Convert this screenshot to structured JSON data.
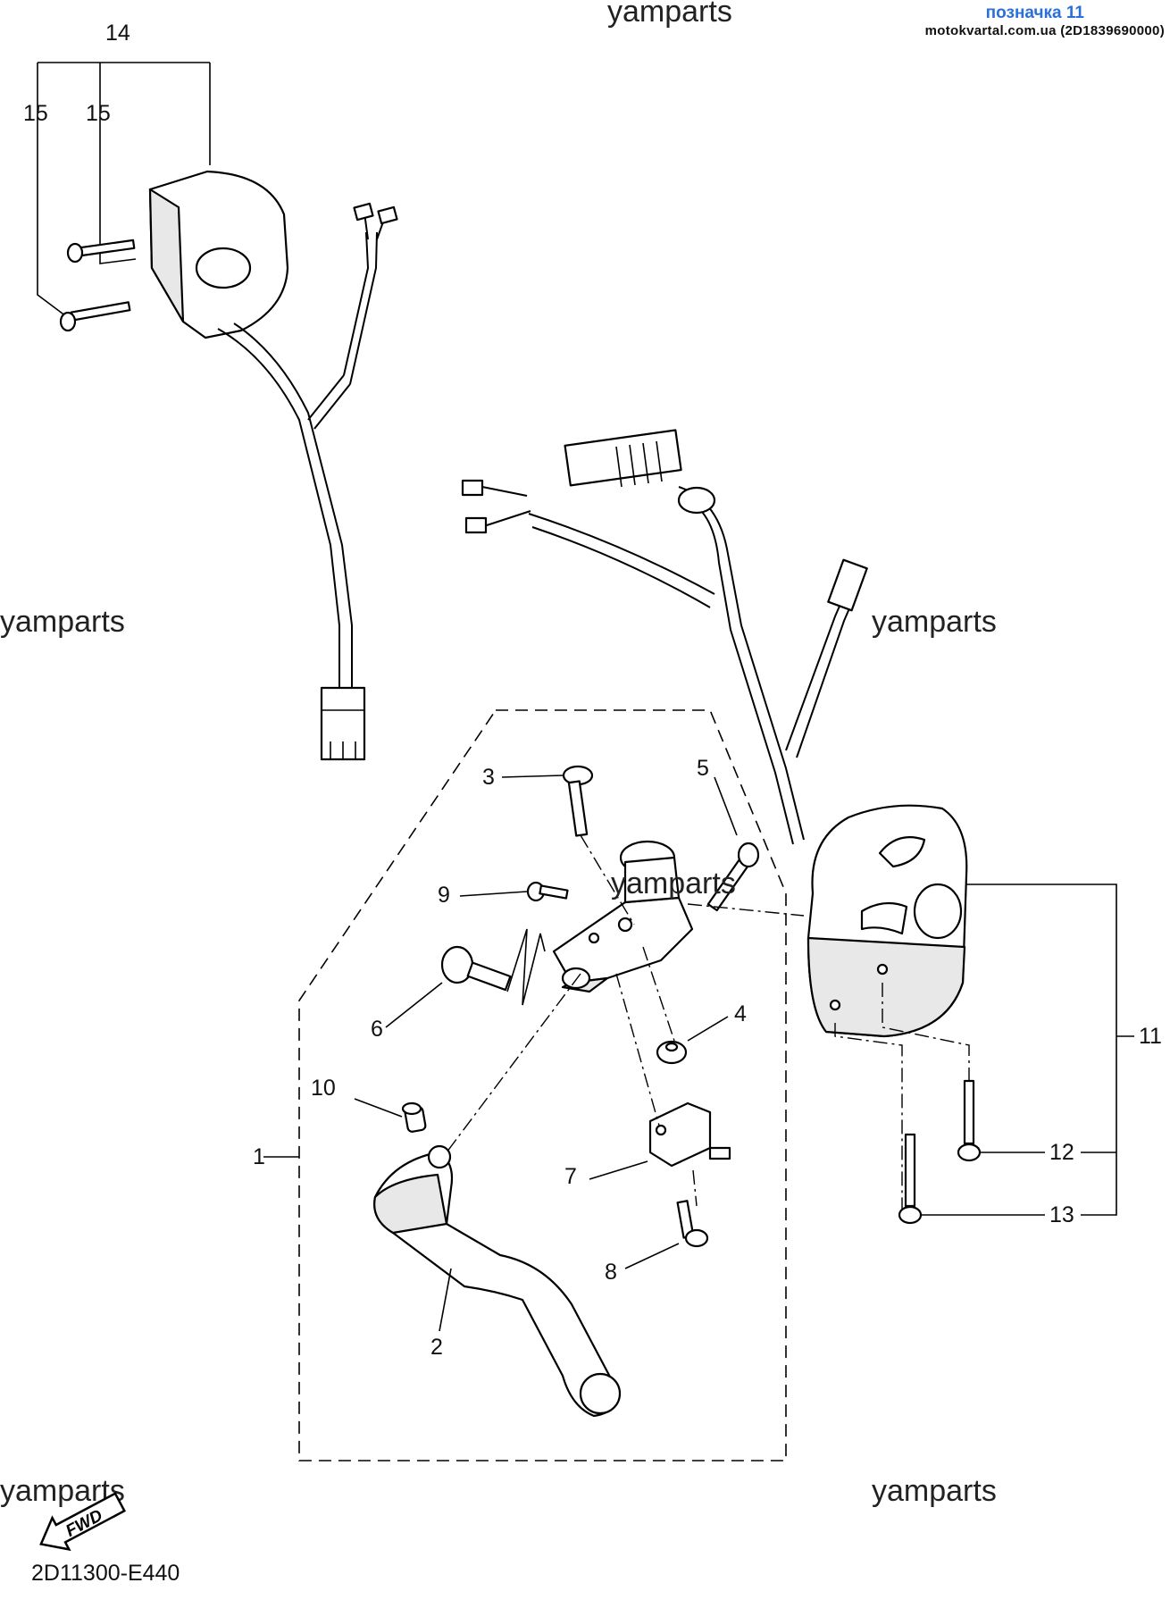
{
  "header": {
    "title": "позначка 11",
    "source": "motokvartal.com.ua (2D1839690000)"
  },
  "diagram_code": "2D11300-E440",
  "watermark": "yamparts",
  "fwd_label": "FWD",
  "callouts": {
    "c1": "1",
    "c2": "2",
    "c3": "3",
    "c4": "4",
    "c5": "5",
    "c6": "6",
    "c7": "7",
    "c8": "8",
    "c9": "9",
    "c10": "10",
    "c11": "11",
    "c12": "12",
    "c13": "13",
    "c14": "14",
    "c15a": "15",
    "c15b": "15"
  }
}
